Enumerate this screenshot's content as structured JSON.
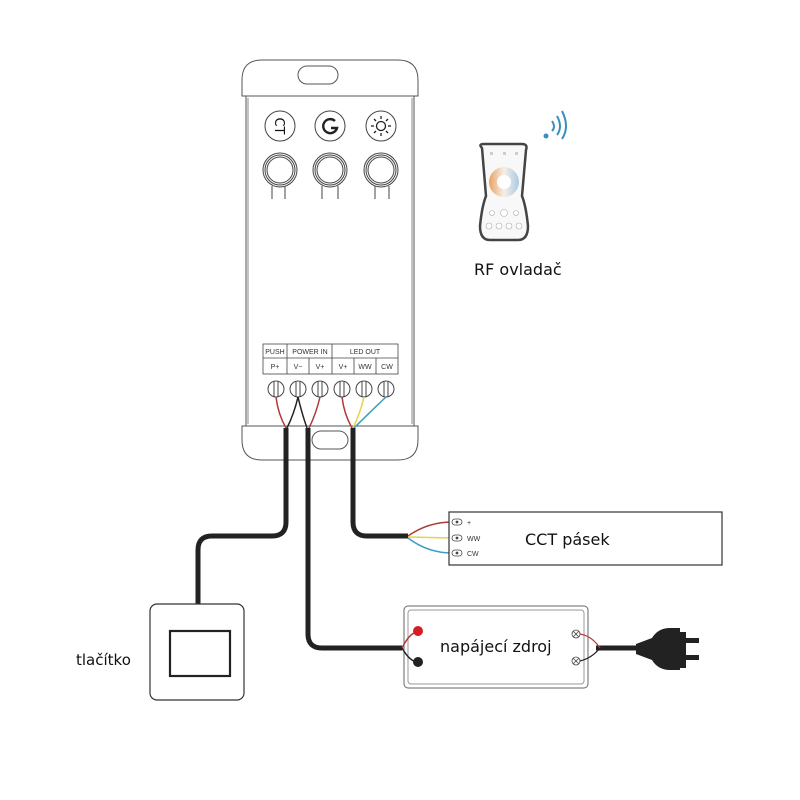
{
  "controller": {
    "buttons": [
      {
        "name": "ct-button",
        "label": "CT"
      },
      {
        "name": "power-button",
        "label": ""
      },
      {
        "name": "brightness-button",
        "label": ""
      }
    ],
    "terminal_groups": [
      "PUSH",
      "POWER IN",
      "LED OUT"
    ],
    "terminals": [
      "P+",
      "V−",
      "V+",
      "V+",
      "WW",
      "CW"
    ]
  },
  "remote": {
    "label": "RF ovladač"
  },
  "strip": {
    "label": "CCT pásek",
    "pins": [
      "+",
      "WW",
      "CW"
    ]
  },
  "power_supply": {
    "label": "napájecí zdroj"
  },
  "push_button": {
    "label": "tlačítko"
  },
  "colors": {
    "red_wire": "#b03a3a",
    "yellow_wire": "#e8d24a",
    "blue_wire": "#3aa0c0",
    "cable": "#222222",
    "red_terminal": "#d41e24",
    "wifi": "#3a8fc0"
  }
}
